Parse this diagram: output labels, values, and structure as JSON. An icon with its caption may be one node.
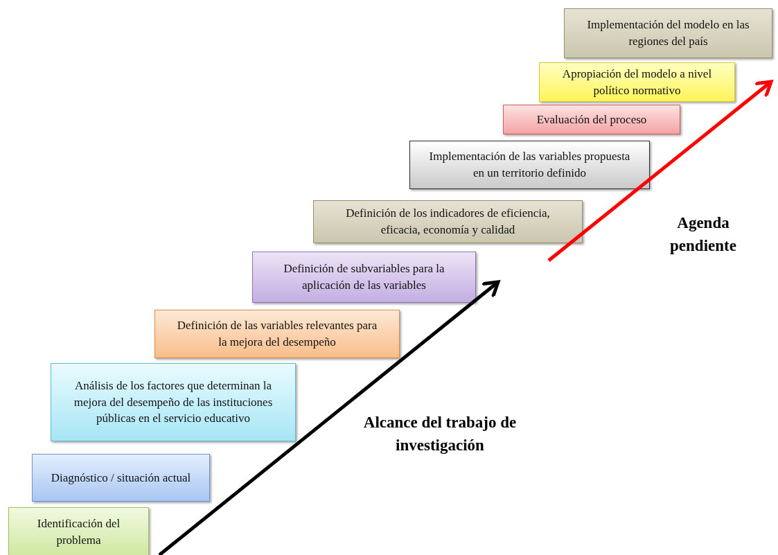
{
  "diagram": {
    "nodes": [
      {
        "text": [
          "Identificación del problema"
        ]
      },
      {
        "text": [
          "Diagnóstico / situación actual"
        ]
      },
      {
        "text": [
          "Análisis de los factores que determinan la mejora del desempeño de las instituciones públicas en el servicio educativo"
        ]
      },
      {
        "text": [
          "Definición de las variables relevantes para la mejora del desempeño"
        ]
      },
      {
        "text": [
          "Definición de subvariables para la aplicación de las variables"
        ]
      },
      {
        "text": [
          "Definición de los indicadores de eficiencia, eficacia, economía y calidad"
        ]
      },
      {
        "text": [
          "Implementación de las variables propuesta en un territorio definido"
        ]
      },
      {
        "text": [
          "Evaluación del proceso"
        ]
      },
      {
        "text": [
          "Apropiación del modelo a nivel político normativo"
        ]
      },
      {
        "text": [
          "Implementación del modelo en las regiones del país"
        ]
      }
    ],
    "labels": [
      "Agenda pendiente",
      "Alcance del trabajo de investigación"
    ]
  }
}
